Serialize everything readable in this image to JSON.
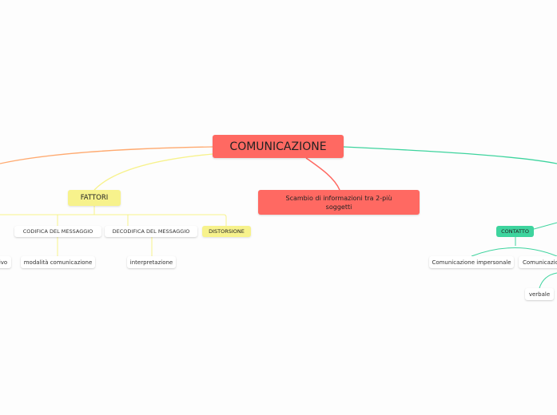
{
  "colors": {
    "root": "#ff6962",
    "fattori": "#f7f28c",
    "contatto": "#3ed49e",
    "orange_branch": "#ffaa70"
  },
  "root": "COMUNICAZIONE",
  "definition": "Scambio di informazioni tra 2-più soggetti",
  "fattori": {
    "label": "FATTORI",
    "children": [
      "CODIFICA DEL MESSAGGIO",
      "DECODIFICA DEL MESSAGGIO",
      "DISTORSIONE"
    ],
    "partial": "ivo",
    "sub": [
      "modalità comunicazione",
      "interpretazione"
    ]
  },
  "contatto": {
    "label": "CONTATTO",
    "children": [
      "Comunicazione impersonale",
      "Comunicazio"
    ],
    "sub": [
      "verbale"
    ]
  }
}
